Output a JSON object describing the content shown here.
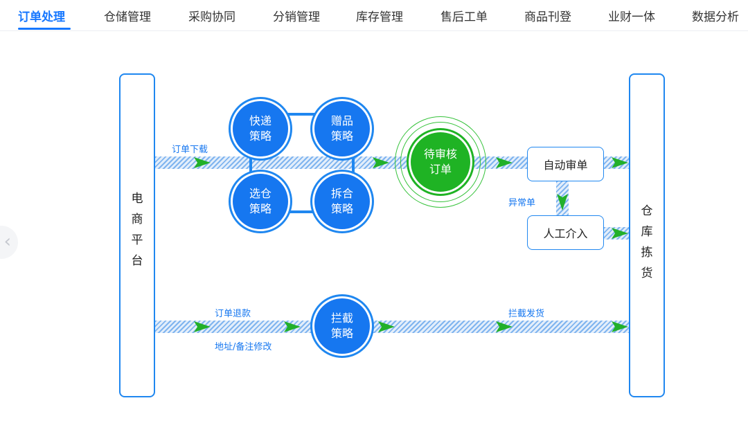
{
  "tabs": [
    {
      "label": "订单处理",
      "active": true
    },
    {
      "label": "仓储管理",
      "active": false
    },
    {
      "label": "采购协同",
      "active": false
    },
    {
      "label": "分销管理",
      "active": false
    },
    {
      "label": "库存管理",
      "active": false
    },
    {
      "label": "售后工单",
      "active": false
    },
    {
      "label": "商品刊登",
      "active": false
    },
    {
      "label": "业财一体",
      "active": false
    },
    {
      "label": "数据分析",
      "active": false
    }
  ],
  "carousel": {
    "prev_icon": "‹"
  },
  "diagram": {
    "left_column": "电商平台",
    "right_column": "仓库拣货",
    "strategies": {
      "express": "快递策略",
      "gift": "赠品策略",
      "warehouse_select": "选仓策略",
      "split_merge": "拆合策略",
      "intercept": "拦截策略"
    },
    "pending_review": "待审核订单",
    "boxes": {
      "auto_review": "自动审单",
      "manual": "人工介入"
    },
    "labels": {
      "order_download": "订单下载",
      "exception": "异常单",
      "refund": "订单退款",
      "address_change": "地址/备注修改",
      "intercept_ship": "拦截发货"
    },
    "colors": {
      "primary": "#1677f0",
      "green": "#1fb324",
      "arrow": "#22b02a"
    }
  }
}
